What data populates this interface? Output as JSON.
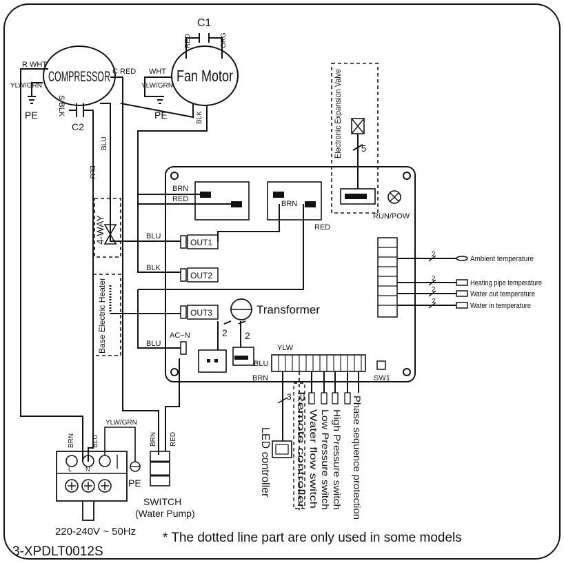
{
  "diagram": {
    "code": "3-XPDLT0012S",
    "footnote": "* The dotted line part are only used in some models",
    "power_supply": "220-240V ~ 50Hz",
    "components": {
      "compressor": "COMPRESSOR",
      "fan_motor": "Fan Motor",
      "capacitor_c1": "C1",
      "capacitor_c2": "C2",
      "four_way": "4-WAY",
      "electric_heater": "Base Electric Heater",
      "eev": "Electronic Expansion Valve",
      "transformer": "Transformer",
      "switch": "SWITCH",
      "switch_sub": "(Water Pump)",
      "led": "LED controller",
      "run_pow": "RUN/POW",
      "sw1": "SW1",
      "pe": "PE"
    },
    "outputs": [
      "OUT1",
      "OUT2",
      "OUT3",
      "AC−N"
    ],
    "sensors": [
      "Ambient temperature",
      "Heating pipe temperature",
      "Water out temperature",
      "Water in temperature"
    ],
    "switch_inputs": [
      "Remote controller",
      "Water flow switch",
      "Low Pressure switch",
      "High Pressure switch",
      "Phase sequence protection"
    ],
    "wire_labels": {
      "r_wht": "R WHT",
      "ylw_grn": "YLW/GRN",
      "c_red": "C RED",
      "s_blk": "S BLK",
      "wht": "WHT",
      "red": "RED",
      "org": "ORG",
      "blk": "BLK",
      "blu": "BLU",
      "brn": "BRN",
      "ylw": "YLW",
      "count_2": "2",
      "count_3": "3",
      "count_5": "5"
    },
    "terminal": {
      "l": "L",
      "n": "N"
    }
  }
}
